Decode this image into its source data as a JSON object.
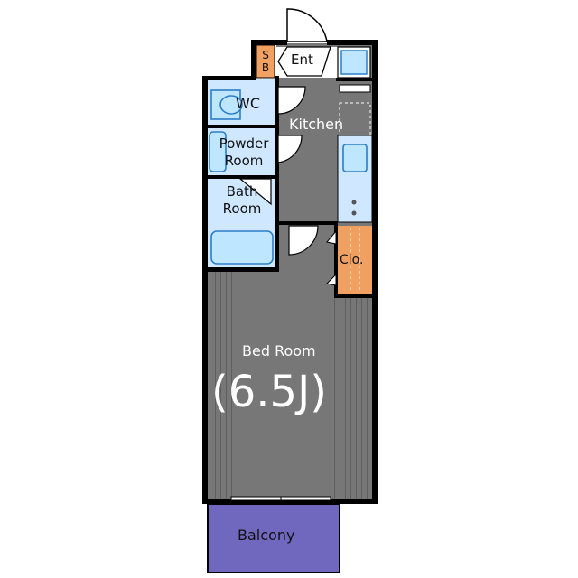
{
  "plan": {
    "rooms": {
      "entrance": "Ent",
      "shoe_box": "S B",
      "wc": "WC",
      "kitchen": "Kitchen",
      "powder_room": "Powder Room",
      "bath_room": "Bath Room",
      "closet": "Clo.",
      "bed_room": "Bed Room",
      "bed_room_size": "(6.5J)",
      "balcony": "Balcony"
    },
    "colors": {
      "wall": "#000000",
      "floor_dark": "#777777",
      "floor_stripe": "#5e5e5e",
      "wet_area": "#cfe7ff",
      "fixture": "#bfe6ff",
      "fixture_outline": "#2b7ec9",
      "closet": "#f0a060",
      "shoe_box": "#f0a060",
      "balcony": "#7068bf",
      "door": "#ffffff"
    }
  }
}
